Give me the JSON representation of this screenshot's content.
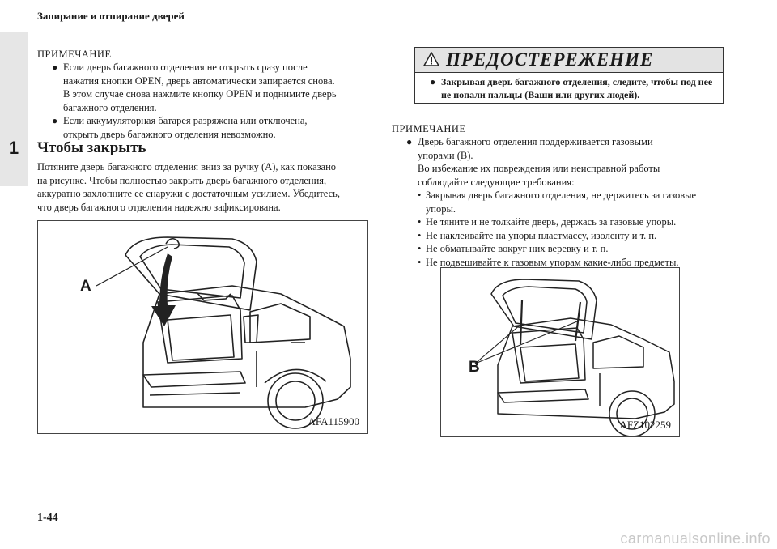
{
  "header": {
    "title": "Запирание и отпирание дверей"
  },
  "chapter": {
    "number": "1"
  },
  "left_note": {
    "label": "ПРИМЕЧАНИЕ",
    "bullets": [
      [
        "Если дверь багажного отделения не открыть сразу после",
        "нажатия кнопки OPEN, дверь автоматически запирается снова.",
        "В этом случае снова нажмите кнопку OPEN и поднимите дверь",
        "багажного отделения."
      ],
      [
        "Если аккумуляторная батарея разряжена или отключена,",
        "открыть дверь багажного отделения невозможно."
      ]
    ]
  },
  "section": {
    "title": "Чтобы закрыть",
    "lines": [
      "Потяните дверь багажного отделения вниз за ручку (A), как показано",
      "на рисунке. Чтобы полностью закрыть дверь багажного отделения,",
      "аккуратно захлопните ее снаружи с достаточным усилием. Убедитесь,",
      "что дверь багажного отделения надежно зафиксирована."
    ]
  },
  "figure1": {
    "code": "AFA115900",
    "callout": "A"
  },
  "warning": {
    "title": "ПРЕДОСТЕРЕЖЕНИЕ",
    "lines": [
      "Закрывая дверь багажного отделения, следите, чтобы под нее",
      "не попали пальцы (Ваши или других людей)."
    ]
  },
  "right_note": {
    "label": "ПРИМЕЧАНИЕ",
    "bullet_lines": [
      "Дверь багажного отделения поддерживается газовыми",
      "упорами (B).",
      "Во избежание их повреждения или неисправной работы",
      "соблюдайте следующие требования:"
    ],
    "sub_items": [
      [
        "Закрывая дверь багажного отделения, не держитесь за газовые",
        "упоры."
      ],
      [
        "Не тяните и не толкайте дверь, держась за газовые упоры."
      ],
      [
        "Не наклеивайте на упоры пластмассу, изоленту и т. п."
      ],
      [
        "Не обматывайте вокруг них веревку и т. п."
      ],
      [
        "Не подвешивайте к газовым упорам какие-либо предметы."
      ]
    ]
  },
  "figure2": {
    "code": "AFZ102259",
    "callout": "B"
  },
  "footer": {
    "page": "1-44",
    "watermark": "carmanualsonline.info"
  },
  "icons": {
    "bullet": "●",
    "sub_bullet": "•",
    "warning": "warning-triangle-icon"
  }
}
